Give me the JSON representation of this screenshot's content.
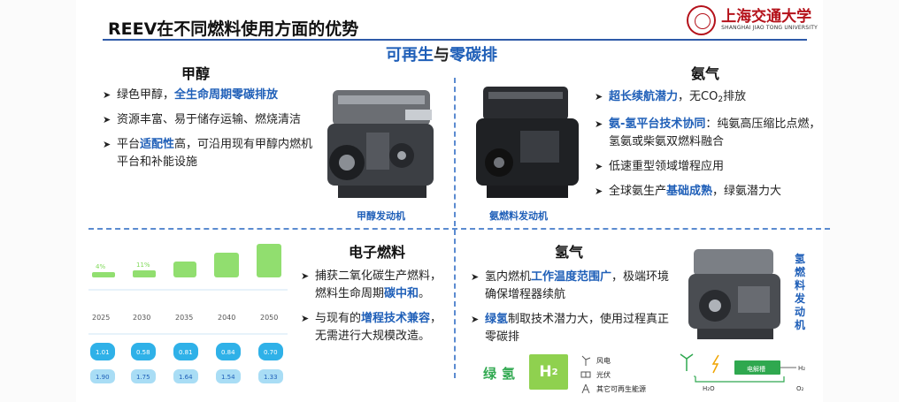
{
  "slide": {
    "title": "REEV在不同燃料使用方面的优势",
    "headline_part1": "可再生",
    "headline_part2": "与",
    "headline_part3": "零碳排"
  },
  "logo": {
    "name_cn": "上海交通大学",
    "name_en": "SHANGHAI JIAO TONG UNIVERSITY"
  },
  "methanol": {
    "heading": "甲醇",
    "b1_pre": "绿色甲醇，",
    "b1_em": "全生命周期零碳排放",
    "b2": "资源丰富、易于储存运输、燃烧清洁",
    "b3_pre": "平台",
    "b3_em": "适配性",
    "b3_post": "高，可沿用现有甲醇内燃机平台和补能设施",
    "engine_caption": "甲醇发动机"
  },
  "ammonia": {
    "heading": "氨气",
    "b1_em": "超长续航潜力",
    "b1_post": "，无CO",
    "b1_sub": "2",
    "b1_end": "排放",
    "b2_em": "氨-氢平台技术协同",
    "b2_post": "：纯氨高压缩比点燃，氢氨或柴氨双燃料融合",
    "b3": "低速重型领域增程应用",
    "b4_pre": "全球氨生产",
    "b4_em": "基础成熟",
    "b4_post": "，绿氨潜力大",
    "engine_caption": "氨燃料发动机"
  },
  "efuel": {
    "heading": "电子燃料",
    "b1_pre": "捕获二氧化碳生产燃料，燃料生命周期",
    "b1_em": "碳中和",
    "b1_post": "。",
    "b2_pre": "与现有的",
    "b2_em": "增程技术兼容",
    "b2_post": "，无需进行大规模改造。",
    "graphic": {
      "shares": [
        "4%",
        "11%"
      ],
      "years": [
        "2025",
        "2030",
        "2035",
        "2040",
        "2050"
      ],
      "row1": [
        "1.01",
        "0.58",
        "0.81",
        "0.84",
        "0.70"
      ],
      "row2": [
        "1.90",
        "1.75",
        "1.64",
        "1.54",
        "1.33"
      ]
    }
  },
  "hydrogen": {
    "heading": "氢气",
    "b1_pre": "氢内燃机",
    "b1_em": "工作温度范围广",
    "b1_post": "，极端环境确保增程器续航",
    "b2_em": "绿氢",
    "b2_post": "制取技术潜力大，使用过程真正零碳排",
    "green_label": "绿氢",
    "h2_main": "H",
    "h2_sub": "2",
    "src_wind": "风电",
    "src_solar": "光伏",
    "src_other": "其它可再生能源",
    "engine_caption": "氢燃料发动机",
    "process": {
      "cell": "电解槽",
      "out_top": "H₂",
      "in_bottom": "H₂O",
      "out_bottom": "O₂"
    }
  },
  "colors": {
    "accent_blue": "#1f5fb8",
    "green": "#2fa84f",
    "seal_red": "#b5121b"
  }
}
